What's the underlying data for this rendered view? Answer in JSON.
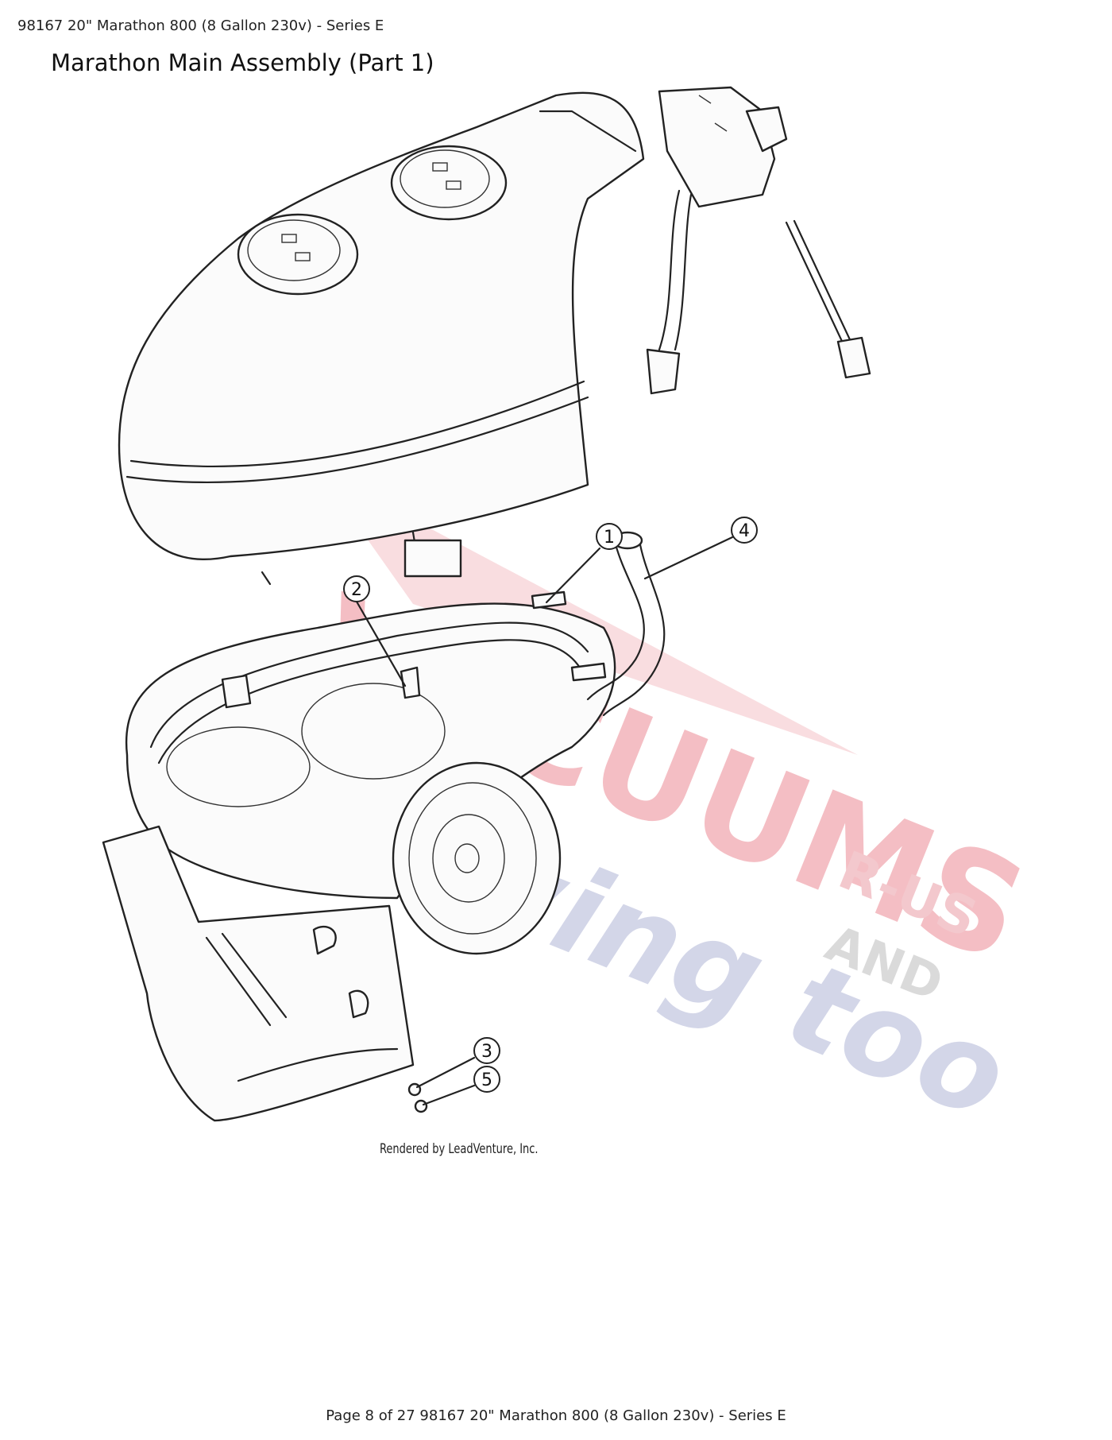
{
  "header": {
    "text": "98167 20\" Marathon 800 (8 Gallon 230v) - Series E"
  },
  "section": {
    "title": "Marathon Main Assembly (Part 1)"
  },
  "diagram": {
    "callouts": [
      "1",
      "2",
      "3",
      "4",
      "5"
    ],
    "credit": "Rendered by LeadVenture, Inc.",
    "watermark": {
      "line1": "VACUUMS",
      "line2": "R-US",
      "line3": "AND",
      "line4": "Sewing too",
      "colors": {
        "red": "#f3b8be",
        "blue": "#c9cde3",
        "gray": "#d2d2d2"
      }
    }
  },
  "footer": {
    "text": "Page 8 of 27 98167 20\" Marathon 800 (8 Gallon 230v) - Series E"
  }
}
